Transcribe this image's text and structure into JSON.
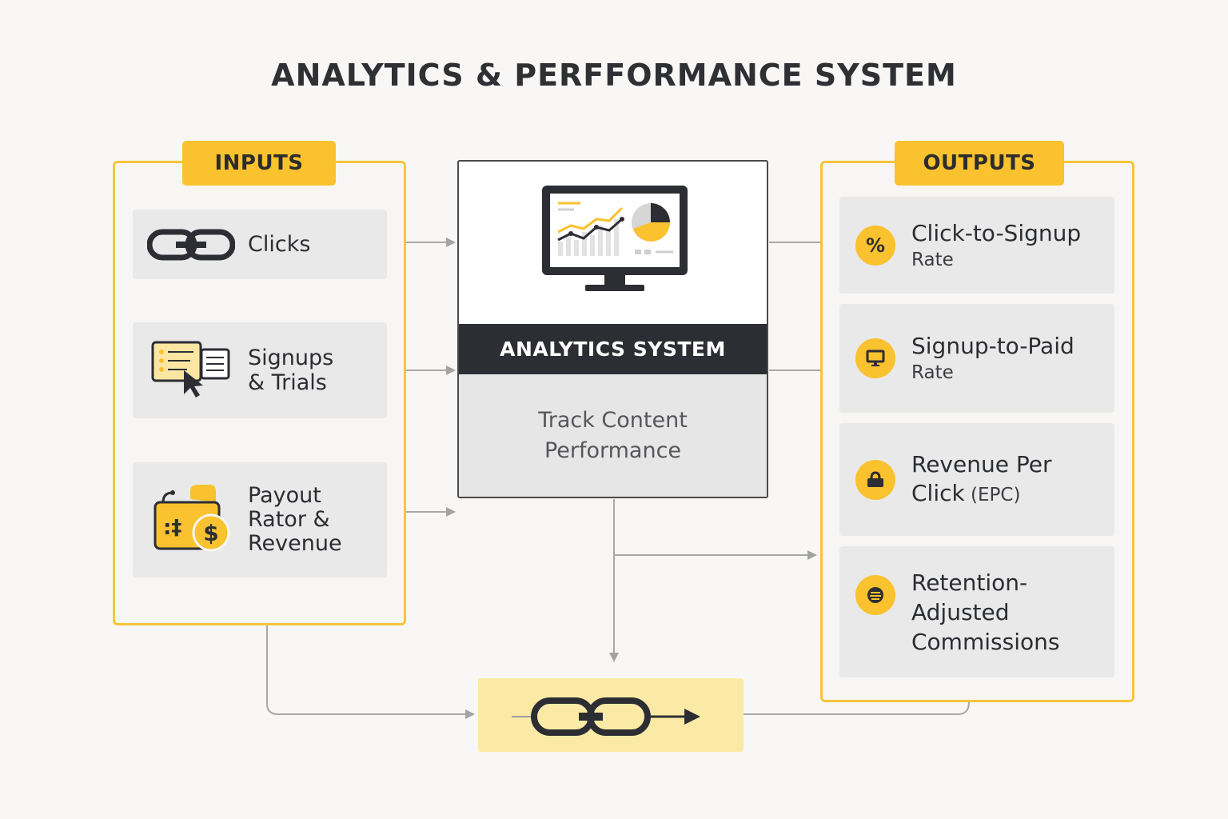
{
  "title": "ANALYTICS & PERFFORMANCE SYSTEM",
  "inputs": {
    "tag": "INPUTS",
    "items": [
      {
        "icon": "chain-link-icon",
        "lines": [
          "Clicks"
        ]
      },
      {
        "icon": "signup-form-icon",
        "lines": [
          "Signups",
          "& Trials"
        ]
      },
      {
        "icon": "wallet-dollar-icon",
        "lines": [
          "Payout",
          "Rator &",
          "Revenue"
        ]
      }
    ]
  },
  "center": {
    "icon": "monitor-dashboard-icon",
    "title": "ANALYTICS SYSTEM",
    "subtitle_lines": [
      "Track Content",
      "Performance"
    ]
  },
  "outputs": {
    "tag": "OUTPUTS",
    "items": [
      {
        "icon": "percent-icon",
        "main": "Click-to-Signup",
        "sub": "Rate"
      },
      {
        "icon": "screen-icon",
        "main": "Signup-to-Paid",
        "sub": "Rate"
      },
      {
        "icon": "bag-icon",
        "main": "Revenue Per",
        "second": "Click",
        "second_small": " (EPC)"
      },
      {
        "icon": "coin-icon",
        "lines": [
          "Retention-",
          "Adjusted",
          "Commissions"
        ]
      }
    ]
  },
  "bottom": {
    "icon": "chain-link-arrow-icon"
  },
  "colors": {
    "accent": "#f9c22e",
    "dark": "#2d2e33",
    "card": "#e9e9e9",
    "connector": "#9e9e9e"
  }
}
